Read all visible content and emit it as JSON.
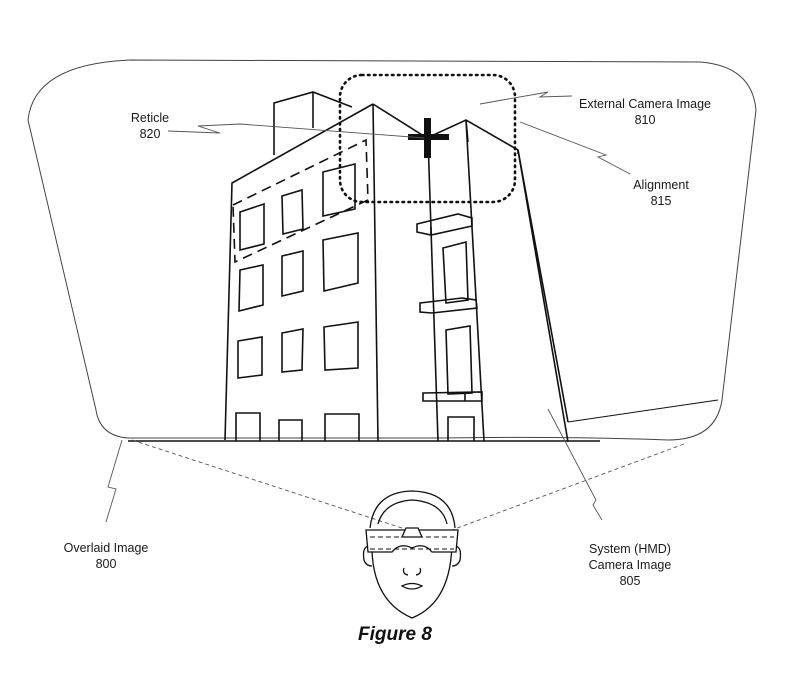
{
  "figure": {
    "caption": "Figure 8",
    "labels": {
      "reticle": {
        "name": "Reticle",
        "ref": "820"
      },
      "external_camera_image": {
        "name": "External Camera Image",
        "ref": "810"
      },
      "alignment": {
        "name": "Alignment",
        "ref": "815"
      },
      "overlaid_image": {
        "name": "Overlaid Image",
        "ref": "800"
      },
      "system_camera_image": {
        "line1": "System (HMD)",
        "line2": "Camera Image",
        "ref": "805"
      }
    }
  },
  "colors": {
    "ink": "#111111",
    "leader": "#555555",
    "background": "#ffffff"
  }
}
